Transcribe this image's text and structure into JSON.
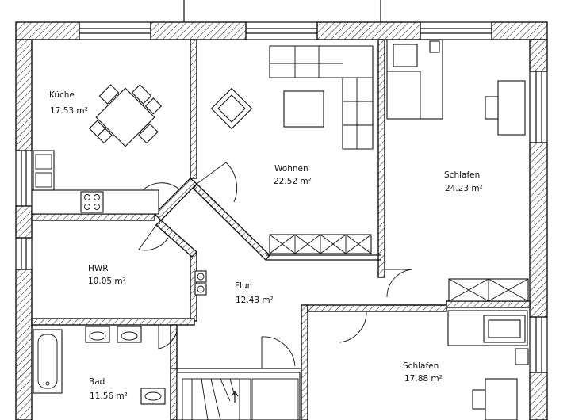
{
  "rooms": [
    {
      "id": "kueche",
      "name": "Küche",
      "area": "17.53 m²"
    },
    {
      "id": "wohnen",
      "name": "Wohnen",
      "area": "22.52 m²"
    },
    {
      "id": "schlafen1",
      "name": "Schlafen",
      "area": "24.23 m²"
    },
    {
      "id": "hwr",
      "name": "HWR",
      "area": "10.05 m²"
    },
    {
      "id": "flur",
      "name": "Flur",
      "area": "12.43 m²"
    },
    {
      "id": "schlafen2",
      "name": "Schlafen",
      "area": "17.88 m²"
    },
    {
      "id": "bad",
      "name": "Bad",
      "area": "11.56 m²"
    }
  ],
  "style": {
    "line_color": "#111111",
    "background": "#ffffff"
  }
}
